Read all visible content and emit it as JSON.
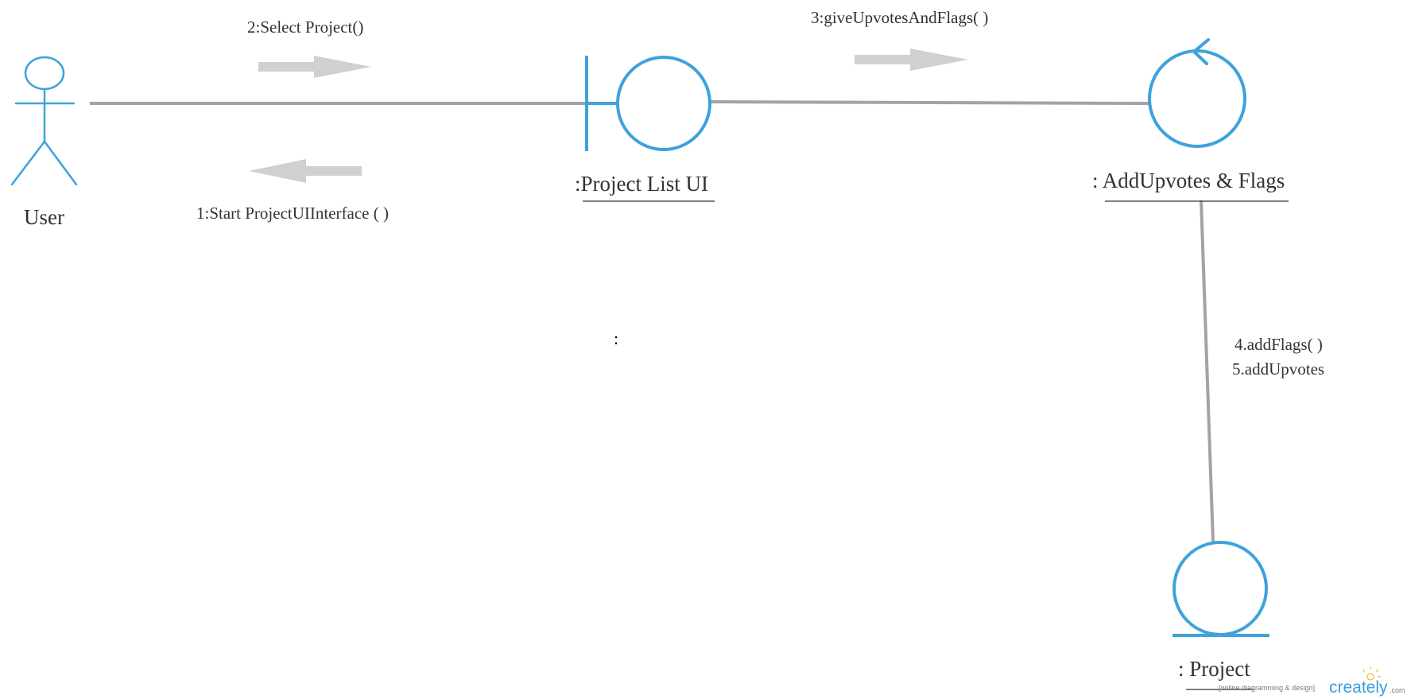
{
  "diagram": {
    "colors": {
      "shape": "#3ea2db",
      "connector": "#a3a3a3",
      "arrow": "#d0d0d0",
      "text": "#333333"
    },
    "nodes": {
      "user": {
        "label": "User",
        "icon": "actor-stick-figure"
      },
      "project_list_ui": {
        "label": ":Project List UI",
        "icon": "boundary"
      },
      "add_upvotes_flags": {
        "label": ": AddUpvotes & Flags",
        "icon": "control"
      },
      "project": {
        "label": ": Project",
        "icon": "entity"
      }
    },
    "messages": {
      "select_project": "2:Select Project()",
      "start_ui": "1:Start ProjectUIInterface ( )",
      "give_upvotes": "3:giveUpvotesAndFlags( )",
      "add_flags": "4.addFlags( )",
      "add_upvotes": "5.addUpvotes"
    },
    "stray_colon": ":"
  },
  "watermark": {
    "tagline": "[online diagramming & design]",
    "brand": "creately",
    "domain_suffix": ".com"
  }
}
